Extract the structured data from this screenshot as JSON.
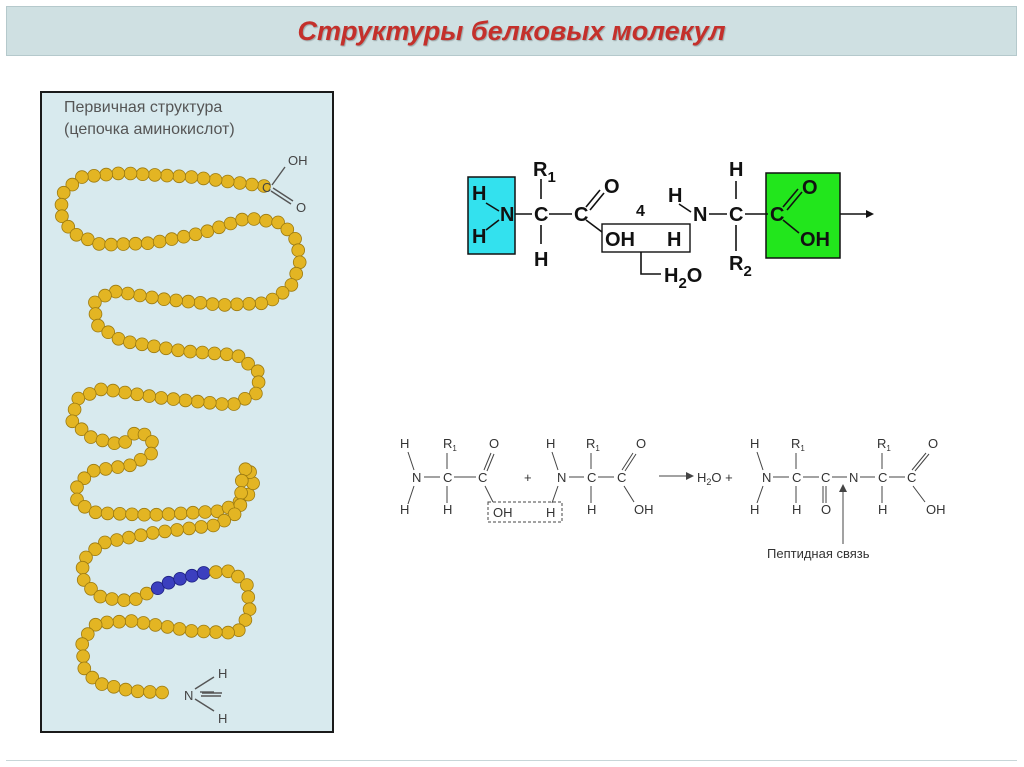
{
  "slide": {
    "title": "Структуры белковых молекул"
  },
  "primary_structure": {
    "caption_line1": "Первичная структура",
    "caption_line2": "(цепочка аминокислот)",
    "top_carbon": "C",
    "top_oh": "OH",
    "top_o": "O",
    "bottom_n": "N",
    "bottom_h1": "H",
    "bottom_h2": "H",
    "bead_color": "#e3b523",
    "highlight_bead_color": "#3b3fbf"
  },
  "dipeptide_formation": {
    "h_top_left": "H",
    "h_bottom_left": "H",
    "n_left": "N",
    "r1": "R",
    "r1_sub": "1",
    "c_alpha1": "C",
    "h_alpha1": "H",
    "c_carbonyl1": "C",
    "o_carbonyl1": "O",
    "oh_removed": "OH",
    "h_removed": "H",
    "step_number": "4",
    "h_n2": "H",
    "n2": "N",
    "h_alpha2": "H",
    "c_alpha2": "C",
    "r2": "R",
    "r2_sub": "2",
    "c_carboxyl": "C",
    "o_carboxyl": "O",
    "oh_carboxyl": "OH",
    "water_h": "H",
    "water_sub": "2",
    "water_o": "O",
    "amino_color": "#33e1ee",
    "carboxyl_color": "#22e61c"
  },
  "peptide_bond_equation": {
    "plus1": "+",
    "arrow_product": "H",
    "water_sub": "2",
    "water_o": "O +",
    "atoms": {
      "h": "H",
      "n": "N",
      "c": "C",
      "o": "O",
      "oh": "OH",
      "r": "R",
      "r_sub": "1"
    },
    "bond_label": "Пептидная связь"
  }
}
